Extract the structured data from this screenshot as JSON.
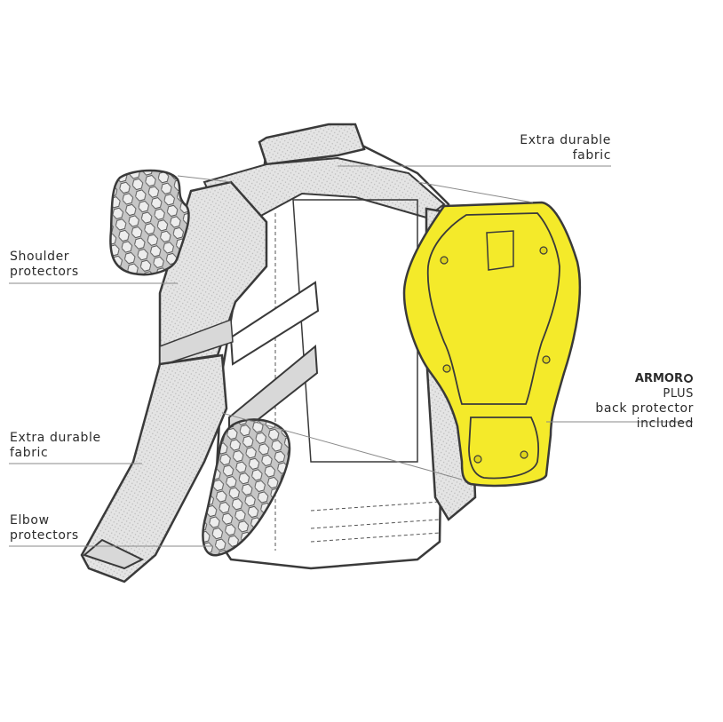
{
  "callouts": {
    "extra_durable_top": {
      "line1": "Extra durable",
      "line2": "fabric"
    },
    "shoulder": {
      "line1": "Shoulder",
      "line2": "protectors"
    },
    "back_protector": {
      "brand_a": "ARMOR",
      "brand_b": "PLUS",
      "line1": "back protector",
      "line2": "included"
    },
    "extra_durable_side": {
      "line1": "Extra durable",
      "line2": "fabric"
    },
    "elbow": {
      "line1": "Elbow",
      "line2": "protectors"
    }
  },
  "colors": {
    "outline": "#3a3a3a",
    "fabric_grey": "#d9d9d9",
    "protector_grey": "#c8c8c8",
    "back_protector_yellow": "#f4ea2a",
    "leader_line": "#8a8a8a"
  }
}
